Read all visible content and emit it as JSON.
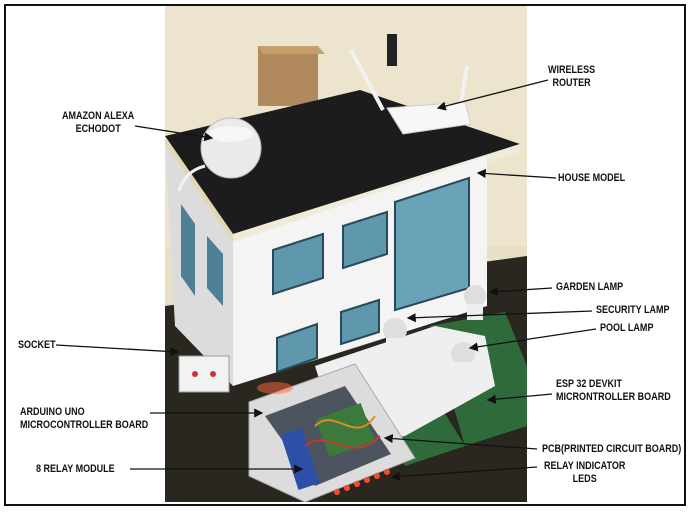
{
  "labels": {
    "alexa_line1": "AMAZON ALEXA",
    "alexa_line2": "ECHODOT",
    "router_line1": "WIRELESS",
    "router_line2": "ROUTER",
    "house_model": "HOUSE MODEL",
    "garden_lamp": "GARDEN LAMP",
    "security_lamp": "SECURITY LAMP",
    "pool_lamp": "POOL LAMP",
    "socket": "SOCKET",
    "esp_line1": "ESP 32 DEVKIT",
    "esp_line2": "MICRONTROLLER BOARD",
    "arduino_line1": "ARDUINO UNO",
    "arduino_line2": "MICROCONTROLLER BOARD",
    "relay_module": "8 RELAY MODULE",
    "pcb": "PCB(PRINTED CIRCUIT BOARD)",
    "relay_leds_line1": "RELAY INDICATOR",
    "relay_leds_line2": "LEDS"
  },
  "colors": {
    "roof": "#1c1c1c",
    "wall": "#f4f4f4",
    "window_glass": "#5f97ad",
    "board_green": "#2f6b3a",
    "led_red": "#ff4a2a"
  }
}
